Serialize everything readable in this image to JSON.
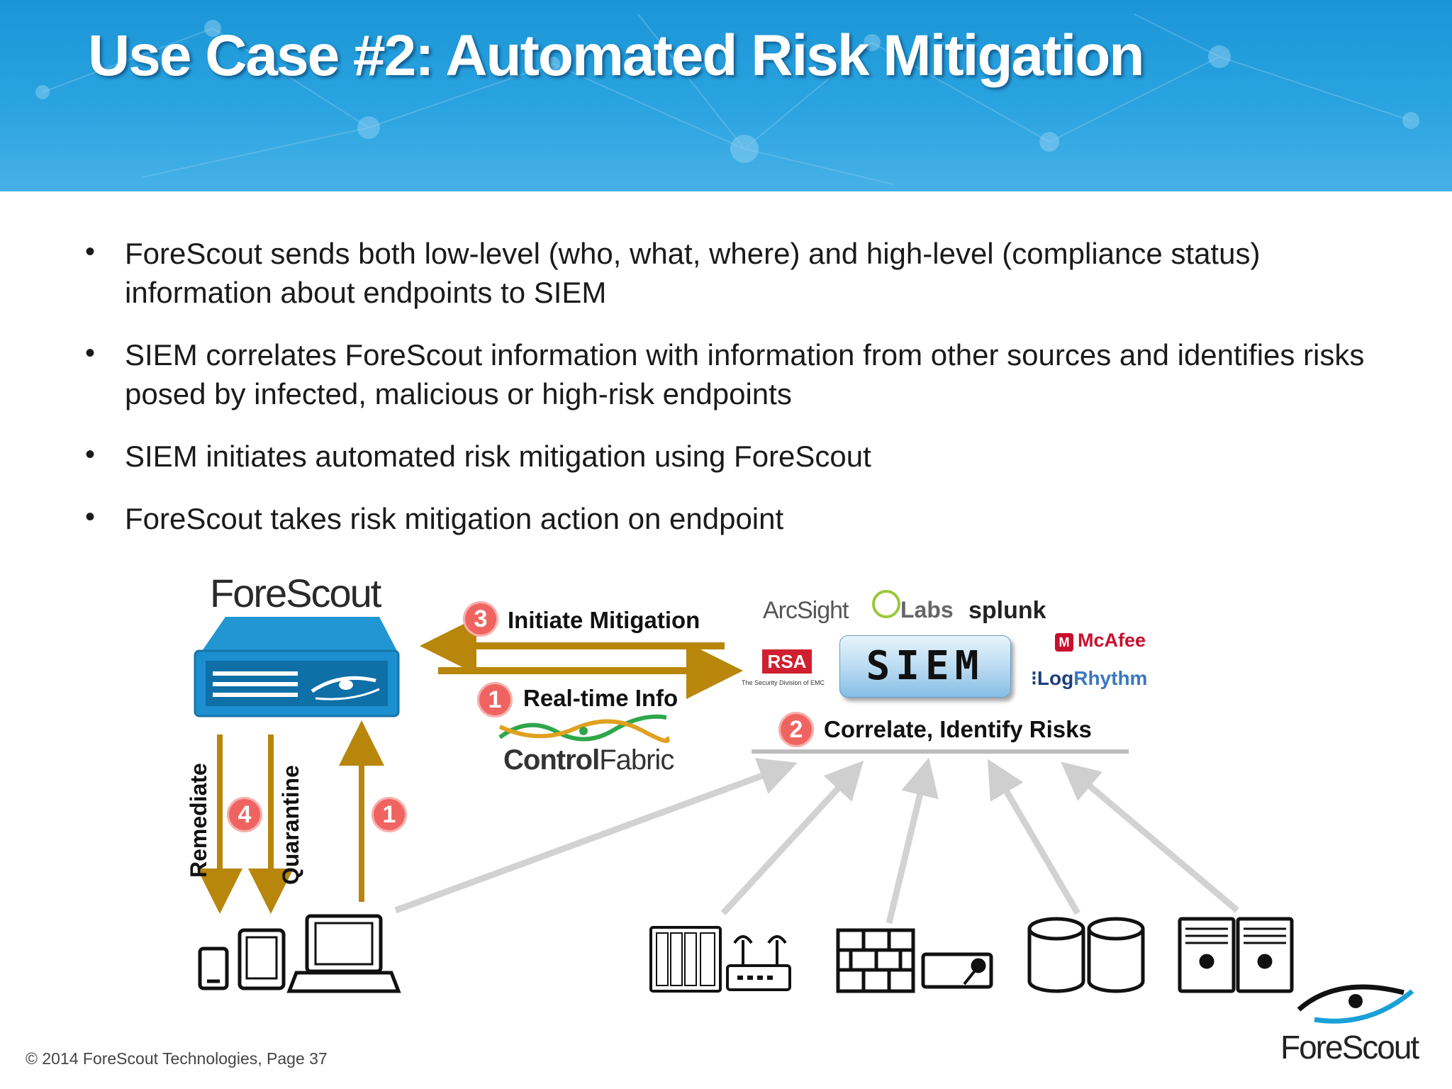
{
  "slide": {
    "title": "Use Case #2: Automated Risk Mitigation",
    "bullets": [
      "ForeScout sends both low-level (who, what, where) and high-level (compliance status) information about endpoints to SIEM",
      "SIEM correlates ForeScout information with information from other sources and identifies risks posed by infected, malicious or high-risk endpoints",
      "SIEM initiates automated risk mitigation using ForeScout",
      "ForeScout takes risk mitigation action on endpoint"
    ],
    "footer": "© 2014 ForeScout Technologies, Page 37",
    "corner_logo": "ForeScout"
  },
  "diagram": {
    "appliance_logo": "ForeScout",
    "steps": {
      "initiate": {
        "number": "3",
        "label": "Initiate Mitigation"
      },
      "realtime": {
        "number": "1",
        "label": "Real-time Info"
      },
      "correlate": {
        "number": "2",
        "label": "Correlate, Identify Risks"
      },
      "remediate_number": "4",
      "endpoint_number": "1"
    },
    "control_fabric": {
      "part1": "Control",
      "part2": "Fabric"
    },
    "siem_label": "SIEM",
    "vendors": {
      "arcsight": "ArcSight",
      "qlabs": "Labs",
      "splunk": "splunk",
      "mcafee": "McAfee",
      "rsa": "RSA",
      "rsa_tag": "The Security Division of EMC",
      "logrhythm_a": "Log",
      "logrhythm_b": "Rhythm"
    },
    "vertical_labels": {
      "remediate": "Remediate",
      "quarantine": "Quarantine"
    },
    "colors": {
      "arrow_gold": "#b8860b",
      "badge_red": "#ef6461",
      "header_blue": "#1b95d6",
      "gray_arrow": "#cfcfcf",
      "logo_blue": "#1aa0d8"
    }
  }
}
